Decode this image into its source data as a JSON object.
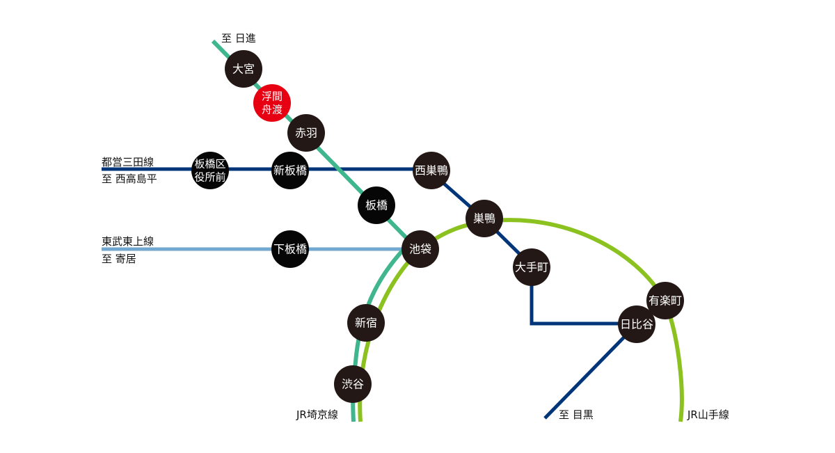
{
  "colors": {
    "saikyo": "#3fb68e",
    "yamanote": "#8cc21f",
    "mita": "#00357a",
    "tobu": "#72a7cf",
    "station": "#231815",
    "station_alt": "#060606",
    "station_current": "#e60012"
  },
  "annotations": {
    "to_nisshin": "至 日進",
    "mita_line": "都営三田線",
    "to_nishitakashimadaira": "至 西高島平",
    "tobu_tojo_line": "東武東上線",
    "to_yorii": "至 寄居",
    "jr_saikyo_line": "JR埼京線",
    "to_meguro": "至 目黒",
    "jr_yamanote_line": "JR山手線"
  },
  "stations": {
    "omiya": [
      "大宮"
    ],
    "ukimafunado": [
      "浮間",
      "舟渡"
    ],
    "akabane": [
      "赤羽"
    ],
    "itabashiku_yakushomae": [
      "板橋区",
      "役所前"
    ],
    "shin_itabashi": [
      "新板橋"
    ],
    "nishisugamo": [
      "西巣鴨"
    ],
    "itabashi": [
      "板橋"
    ],
    "sugamo": [
      "巣鴨"
    ],
    "ikebukuro": [
      "池袋"
    ],
    "shimo_itabashi": [
      "下板橋"
    ],
    "otemachi": [
      "大手町"
    ],
    "yurakucho": [
      "有楽町"
    ],
    "hibiya": [
      "日比谷"
    ],
    "shinjuku": [
      "新宿"
    ],
    "shibuya": [
      "渋谷"
    ]
  }
}
